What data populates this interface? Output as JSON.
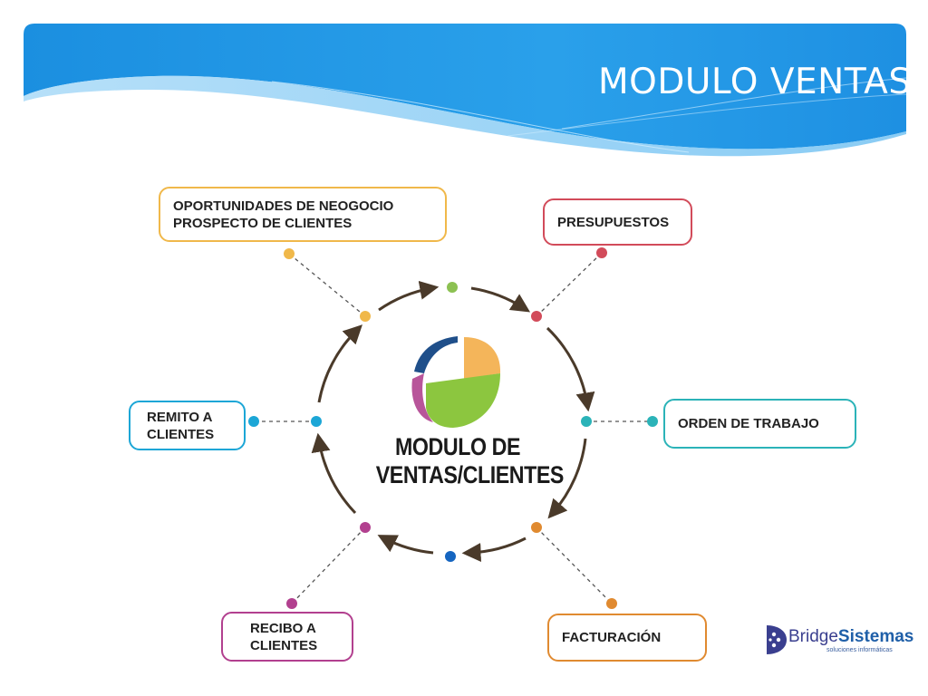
{
  "slide": {
    "title": "MODULO VENTAS"
  },
  "center": {
    "line1": "MODULO DE",
    "line2": "VENTAS/CLIENTES"
  },
  "nodes": [
    {
      "id": "oportunidades",
      "lines": [
        "OPORTUNIDADES DE NEOGOCIO",
        "PROSPECTO DE CLIENTES"
      ],
      "color": "#f0b84a"
    },
    {
      "id": "presupuestos",
      "lines": [
        "PRESUPUESTOS"
      ],
      "color": "#d24b5a"
    },
    {
      "id": "orden",
      "lines": [
        "ORDEN DE TRABAJO"
      ],
      "color": "#2bb3b8"
    },
    {
      "id": "facturacion",
      "lines": [
        "FACTURACIÓN"
      ],
      "color": "#e08a30"
    },
    {
      "id": "recibo",
      "lines": [
        "RECIBO A",
        "CLIENTES"
      ],
      "color": "#b2408f"
    },
    {
      "id": "remito",
      "lines": [
        "REMITO A",
        "CLIENTES"
      ],
      "color": "#1ca6d6"
    }
  ],
  "cycle_dot_colors": {
    "top": "#8cc152",
    "bottom": "#1565c0"
  },
  "logo_colors": [
    "#1f4f8a",
    "#f4b55a",
    "#8cc63f",
    "#b8559a"
  ],
  "brand": {
    "name_part1": "Bridge",
    "name_part2": "Sistemas",
    "tagline": "soluciones informáticas"
  }
}
